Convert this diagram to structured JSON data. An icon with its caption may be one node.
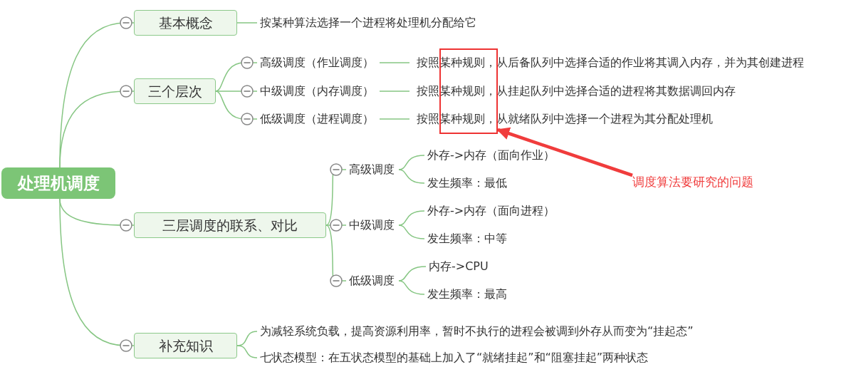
{
  "diagram": {
    "nodes": [
      {
        "text": [
          "处理机调度"
        ]
      },
      {
        "text": [
          "基本概念"
        ]
      },
      {
        "text": [
          "按某种算法选择一个进程将处理机分配给它"
        ]
      },
      {
        "text": [
          "三个层次"
        ]
      },
      {
        "text": [
          "高级调度（作业调度）"
        ]
      },
      {
        "text": [
          "中级调度（内存调度）"
        ]
      },
      {
        "text": [
          "低级调度（进程调度）"
        ]
      },
      {
        "text": [
          "按照某种规则，从后备队列中选择合适的作业将其调入内存，并为其创建进程"
        ]
      },
      {
        "text": [
          "按照某种规则，从挂起队列中选择合适的进程将其数据调回内存"
        ]
      },
      {
        "text": [
          "按照某种规则，从就绪队列中选择一个进程为其分配处理机"
        ]
      },
      {
        "text": [
          "三层调度的联系、对比"
        ]
      },
      {
        "text": [
          "高级调度"
        ]
      },
      {
        "text": [
          "外存->内存（面向作业）"
        ]
      },
      {
        "text": [
          "发生频率：最低"
        ]
      },
      {
        "text": [
          "中级调度"
        ]
      },
      {
        "text": [
          "外存->内存（面向进程）"
        ]
      },
      {
        "text": [
          "发生频率：中等"
        ]
      },
      {
        "text": [
          "低级调度"
        ]
      },
      {
        "text": [
          "内存->CPU"
        ]
      },
      {
        "text": [
          "发生频率：最高"
        ]
      },
      {
        "text": [
          "补充知识"
        ]
      },
      {
        "text": [
          "为减轻系统负载，提高资源利用率，暂时不执行的进程会被调到外存从而变为“挂起态”"
        ]
      },
      {
        "text": [
          "七状态模型：在五状态模型的基础上加入了“就绪挂起”和“阻塞挂起”两种状态"
        ]
      },
      {
        "text": [],
        "shape": "box"
      },
      {
        "text": [
          "调度算法要研究的问题"
        ]
      }
    ],
    "edges": [
      {
        "from": 0,
        "to": 1,
        "arrow": "none"
      },
      {
        "from": 1,
        "to": 2,
        "arrow": "none"
      },
      {
        "from": 0,
        "to": 3,
        "arrow": "none"
      },
      {
        "from": 3,
        "to": 4,
        "arrow": "none"
      },
      {
        "from": 3,
        "to": 5,
        "arrow": "none"
      },
      {
        "from": 3,
        "to": 6,
        "arrow": "none"
      },
      {
        "from": 4,
        "to": 7,
        "arrow": "none"
      },
      {
        "from": 5,
        "to": 8,
        "arrow": "none"
      },
      {
        "from": 6,
        "to": 9,
        "arrow": "none"
      },
      {
        "from": 0,
        "to": 10,
        "arrow": "none"
      },
      {
        "from": 10,
        "to": 11,
        "arrow": "none"
      },
      {
        "from": 10,
        "to": 14,
        "arrow": "none"
      },
      {
        "from": 10,
        "to": 17,
        "arrow": "none"
      },
      {
        "from": 11,
        "to": 12,
        "arrow": "none"
      },
      {
        "from": 11,
        "to": 13,
        "arrow": "none"
      },
      {
        "from": 14,
        "to": 15,
        "arrow": "none"
      },
      {
        "from": 14,
        "to": 16,
        "arrow": "none"
      },
      {
        "from": 17,
        "to": 18,
        "arrow": "none"
      },
      {
        "from": 17,
        "to": 19,
        "arrow": "none"
      },
      {
        "from": 0,
        "to": 20,
        "arrow": "none"
      },
      {
        "from": 20,
        "to": 21,
        "arrow": "none"
      },
      {
        "from": 20,
        "to": 22,
        "arrow": "none"
      },
      {
        "from": 24,
        "to": 23,
        "arrow": "to",
        "color": "#f03c3c",
        "style": "thick"
      }
    ]
  }
}
